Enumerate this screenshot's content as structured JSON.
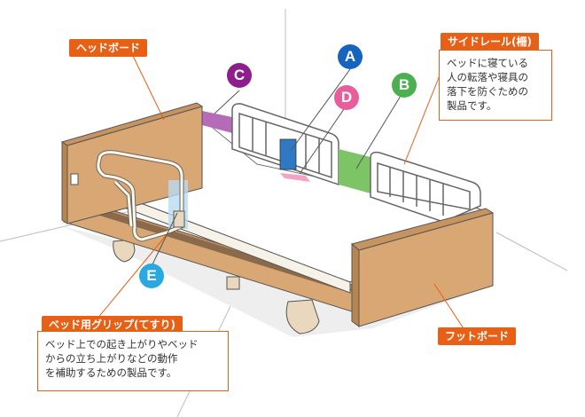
{
  "labels": {
    "headboard": "ヘッドボード",
    "siderail": "サイドレール(柵)",
    "footboard": "フットボード",
    "grip": "ベッド用グリップ(てすり)"
  },
  "descriptions": {
    "siderail_lines": [
      "ベッドに寝ている",
      "人の転落や寝具の",
      "落下を防ぐための",
      "製品です。"
    ],
    "grip_lines": [
      "ベッド上での起き上がりやベッド",
      "からの立ち上がりなどの動作",
      "を補助するための製品です。"
    ]
  },
  "markers": {
    "A": {
      "letter": "A",
      "color": "#1565c0"
    },
    "B": {
      "letter": "B",
      "color": "#4caf50"
    },
    "C": {
      "letter": "C",
      "color": "#8e1e8e"
    },
    "D": {
      "letter": "D",
      "color": "#e75e9b"
    },
    "E": {
      "letter": "E",
      "color": "#29a9e0"
    }
  },
  "colors": {
    "wood": "#d8a773",
    "wood_dark": "#b9854f",
    "accent": "#e85f16",
    "zone_A": "#2f78c4",
    "zone_B": "#7cc466",
    "zone_C": "#b56bb8",
    "zone_D": "#f2a3c6",
    "zone_E": "#b8dbf2"
  }
}
